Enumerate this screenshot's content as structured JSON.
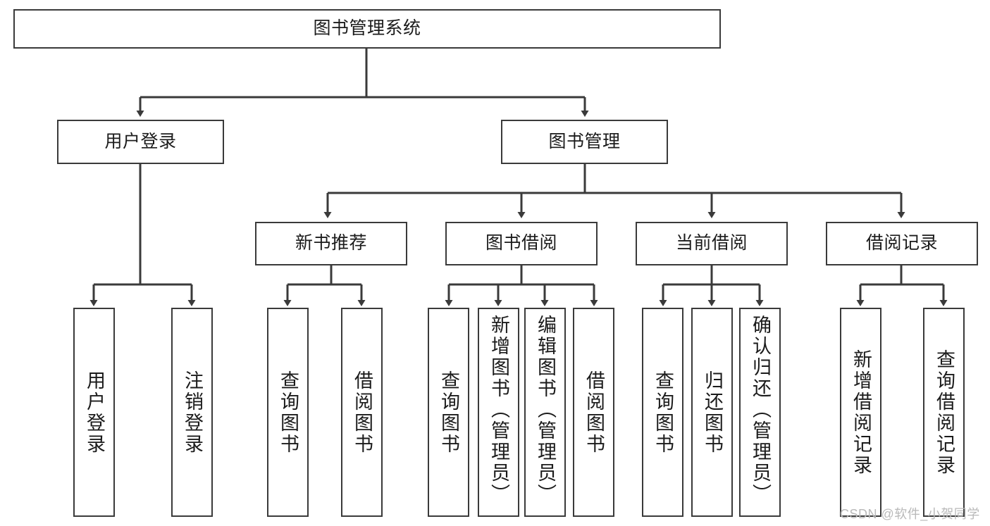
{
  "diagram": {
    "title": "图书管理系统",
    "type": "tree",
    "orientation": "top-down",
    "colors": {
      "box_border": "#3a3a3a",
      "box_fill": "#ffffff",
      "edge": "#3a3a3a",
      "text": "#1b1b1b",
      "watermark": "#b9b9b9",
      "background": "#ffffff"
    }
  },
  "nodes": {
    "root": {
      "label": "图书管理系统",
      "level": 1
    },
    "level2": [
      {
        "id": "user-login",
        "label": "用户登录"
      },
      {
        "id": "book-management",
        "label": "图书管理"
      }
    ],
    "level3": [
      {
        "id": "new-book-recommend",
        "label": "新书推荐"
      },
      {
        "id": "book-borrow",
        "label": "图书借阅"
      },
      {
        "id": "current-borrow",
        "label": "当前借阅"
      },
      {
        "id": "borrow-record",
        "label": "借阅记录"
      }
    ],
    "leaves": {
      "user_login": [
        {
          "id": "leaf-user-login",
          "label": "用户登录"
        },
        {
          "id": "leaf-logout-login",
          "label": "注销登录"
        }
      ],
      "new_book_recommend": [
        {
          "id": "leaf-query-book-1",
          "label": "查询图书"
        },
        {
          "id": "leaf-borrow-book-1",
          "label": "借阅图书"
        }
      ],
      "book_borrow": [
        {
          "id": "leaf-query-book-2",
          "label": "查询图书"
        },
        {
          "id": "leaf-add-book",
          "label": "新增图书（管理员）"
        },
        {
          "id": "leaf-edit-book",
          "label": "编辑图书（管理员）"
        },
        {
          "id": "leaf-borrow-book-2",
          "label": "借阅图书"
        }
      ],
      "current_borrow": [
        {
          "id": "leaf-query-book-3",
          "label": "查询图书"
        },
        {
          "id": "leaf-return-book",
          "label": "归还图书"
        },
        {
          "id": "leaf-confirm-return",
          "label": "确认归还（管理员）"
        }
      ],
      "borrow_record": [
        {
          "id": "leaf-add-record",
          "label": "新增借阅记录"
        },
        {
          "id": "leaf-query-record",
          "label": "查询借阅记录"
        }
      ]
    }
  },
  "watermark": {
    "text": "CSDN @软件_小贺同学"
  }
}
